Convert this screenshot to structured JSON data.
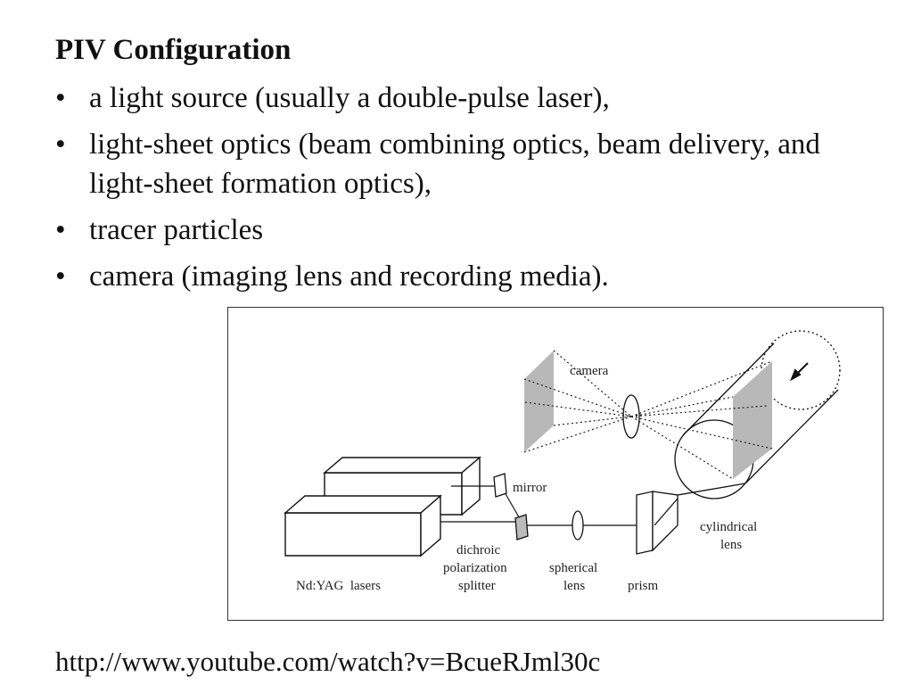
{
  "slide": {
    "title": "PIV Configuration",
    "bullet_char": "•",
    "bullets": [
      "a light source (usually a double-pulse laser),",
      "light-sheet optics (beam combining optics, beam delivery, and light-sheet formation optics),",
      "tracer particles",
      "camera (imaging lens and recording media)."
    ],
    "link": "http://www.youtube.com/watch?v=BcueRJml30c"
  },
  "diagram": {
    "labels": {
      "camera": "camera",
      "mirror": "mirror",
      "cylindrical_1": "cylindrical",
      "cylindrical_2": "lens",
      "dichroic_1": "dichroic",
      "dichroic_2": "polarization",
      "dichroic_3": "splitter",
      "spherical_1": "spherical",
      "spherical_2": "lens",
      "prism": "prism",
      "lasers": "Nd:YAG  lasers"
    }
  }
}
